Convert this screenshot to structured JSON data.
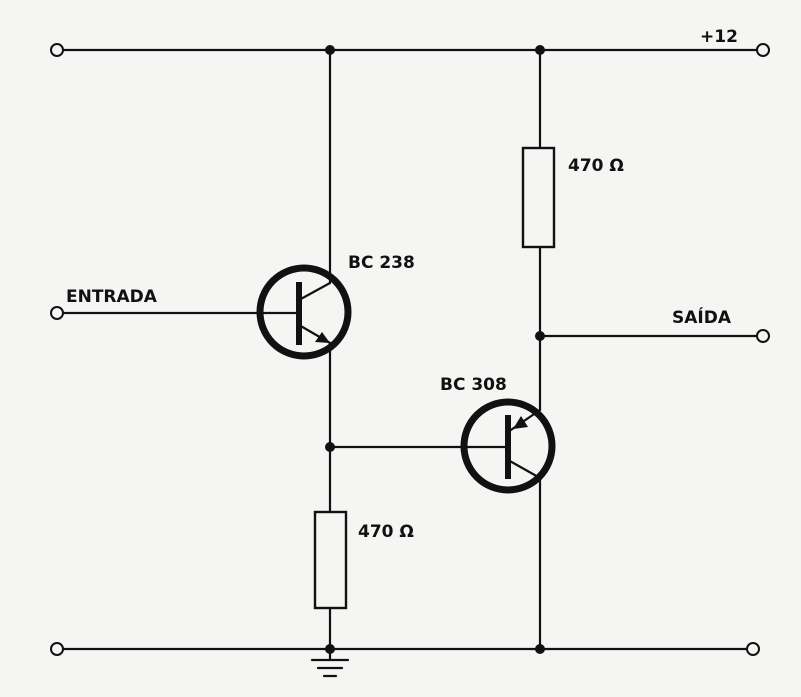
{
  "labels": {
    "supply": "+12",
    "input": "ENTRADA",
    "output": "SAÍDA",
    "transistor_npn": "BC 238",
    "transistor_pnp": "BC 308",
    "resistor_top": "470 Ω",
    "resistor_bottom": "470 Ω"
  },
  "colors": {
    "ink": "#111111",
    "paper": "#f5f5f4"
  }
}
